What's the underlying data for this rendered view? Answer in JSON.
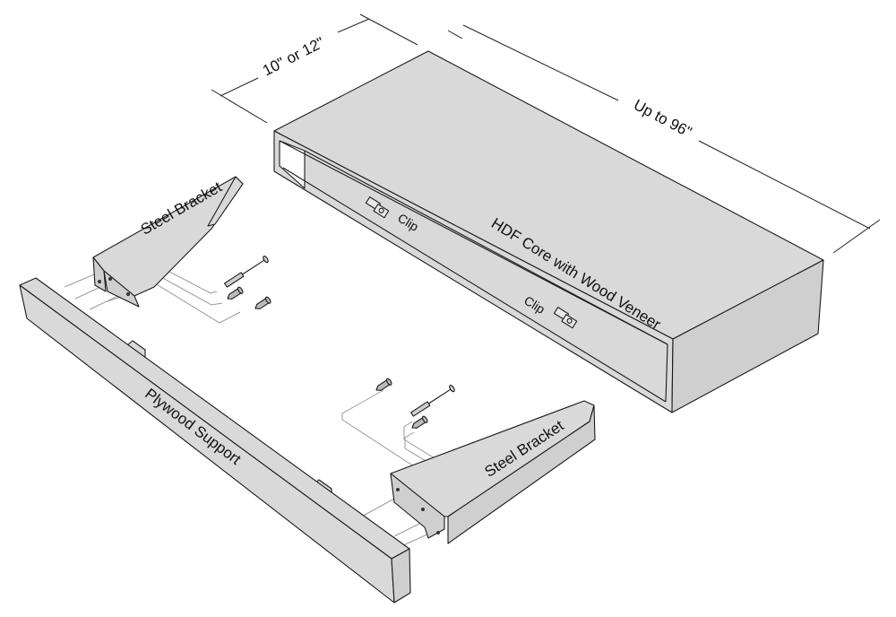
{
  "diagram": {
    "title": "Floating shelf exploded assembly",
    "dimensions": {
      "depth": "10\" or 12\"",
      "length": "Up to 96\""
    },
    "parts": {
      "shelf": "HDF Core with Wood Veneer",
      "clip_1": "Clip",
      "clip_2": "Clip",
      "bracket_left": "Steel Bracket",
      "bracket_right": "Steel Bracket",
      "support": "Plywood Support"
    },
    "fasteners": {
      "left_group": [
        "anchor-screw",
        "screw",
        "screw"
      ],
      "right_group": [
        "screw",
        "anchor-screw",
        "screw"
      ]
    },
    "colors": {
      "part_fill": "#d9d9d9",
      "outline": "#1a1a1a",
      "guide_line": "#9a9a9a"
    }
  }
}
